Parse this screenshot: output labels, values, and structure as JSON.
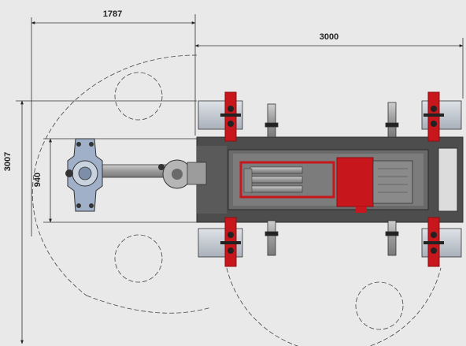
{
  "dimensions": {
    "top_left_width": "1787",
    "top_right_width": "3000",
    "total_height": "3007",
    "arm_width": "940"
  },
  "colors": {
    "background": "#e9e9e9",
    "frame": "#555555",
    "frame_dark": "#3d3d3d",
    "red": "#c8161d",
    "red_dark": "#8e0e12",
    "arm_blue": "#9fb0c8",
    "arm_steel": "#a9a9a9",
    "pad": "#b8bfc8",
    "line": "#333333"
  }
}
